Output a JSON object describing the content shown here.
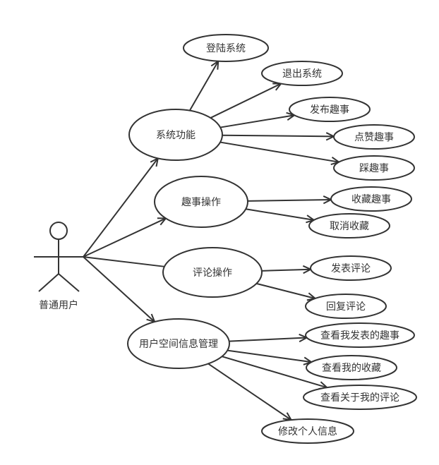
{
  "actor": {
    "label": "普通用户"
  },
  "use_cases": {
    "sys": "系统功能",
    "login": "登陆系统",
    "logout": "退出系统",
    "publish": "发布趣事",
    "like": "点赞趣事",
    "dislike": "踩趣事",
    "fun": "趣事操作",
    "collect": "收藏趣事",
    "uncollect": "取消收藏",
    "comment": "评论操作",
    "post_comment": "发表评论",
    "reply": "回复评论",
    "space": "用户空间信息管理",
    "my_posts": "查看我发表的趣事",
    "my_collect": "查看我的收藏",
    "my_comments": "查看关于我的评论",
    "edit_info": "修改个人信息"
  },
  "colors": {
    "stroke": "#333333",
    "fill": "#ffffff"
  }
}
